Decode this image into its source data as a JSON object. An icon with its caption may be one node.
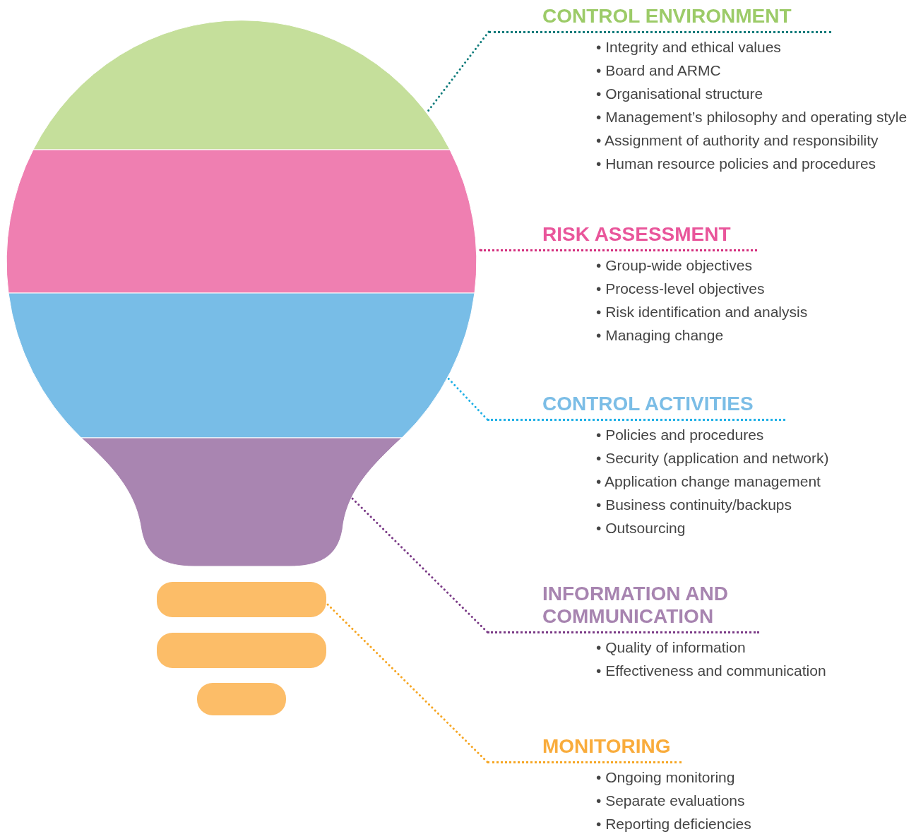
{
  "diagram": {
    "nodes": [
      {
        "text": [],
        "shape": "segment"
      },
      {
        "text": [],
        "shape": "segment"
      },
      {
        "text": [],
        "shape": "segment"
      },
      {
        "text": [],
        "shape": "segment"
      },
      {
        "text": [],
        "shape": "bar"
      },
      {
        "text": [],
        "shape": "bar"
      },
      {
        "text": [],
        "shape": "bar"
      },
      {
        "text": [
          "CONTROL ENVIRONMENT",
          "• Integrity and ethical values",
          "• Board and ARMC",
          "• Organisational structure",
          "• Management’s philosophy and operating style",
          "• Assignment of authority and responsibility",
          "• Human resource policies and procedures"
        ]
      },
      {
        "text": [
          "RISK ASSESSMENT",
          "• Group-wide objectives",
          "• Process-level objectives",
          "• Risk identification and analysis",
          "• Managing change"
        ]
      },
      {
        "text": [
          "CONTROL ACTIVITIES",
          "• Policies and procedures",
          "• Security (application and network)",
          "• Application change management",
          "• Business continuity/backups",
          "• Outsourcing"
        ]
      },
      {
        "text": [
          "INFORMATION AND COMMUNICATION",
          "• Quality of information",
          "• Effectiveness and communication"
        ]
      },
      {
        "text": [
          "MONITORING",
          "• Ongoing monitoring",
          "• Separate evaluations",
          "• Reporting deficiencies"
        ]
      }
    ],
    "edges": [
      {
        "from": 7,
        "to": 0,
        "arrow": "none",
        "style": "dashed",
        "color": "#0e7b7b"
      },
      {
        "from": 8,
        "to": 1,
        "arrow": "none",
        "style": "dashed",
        "color": "#d42f7e"
      },
      {
        "from": 9,
        "to": 2,
        "arrow": "none",
        "style": "dashed",
        "color": "#1fb0e6"
      },
      {
        "from": 10,
        "to": 3,
        "arrow": "none",
        "style": "dashed",
        "color": "#7a3a86"
      },
      {
        "from": 11,
        "to": 4,
        "arrow": "none",
        "style": "dashed",
        "color": "#f6a623"
      }
    ]
  }
}
